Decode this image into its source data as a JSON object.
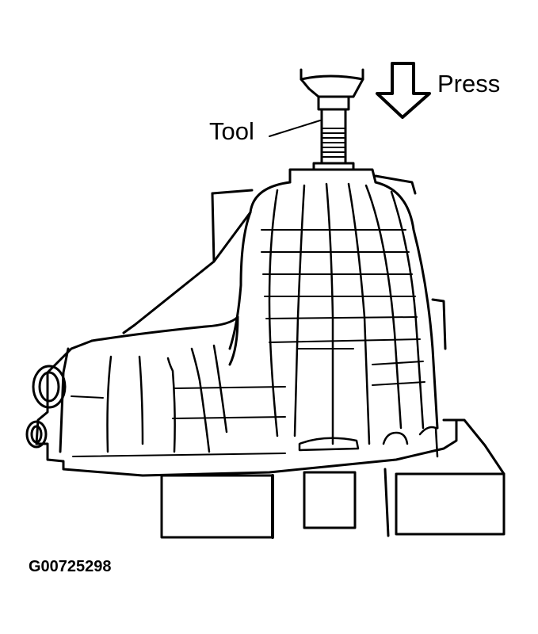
{
  "diagram": {
    "type": "technical-line-drawing",
    "subject": "Transmission housing on press blocks with tool pressing down",
    "labels": {
      "press": "Press",
      "tool": "Tool"
    },
    "figure_id": "G00725298",
    "colors": {
      "line": "#000000",
      "background": "#ffffff"
    }
  }
}
